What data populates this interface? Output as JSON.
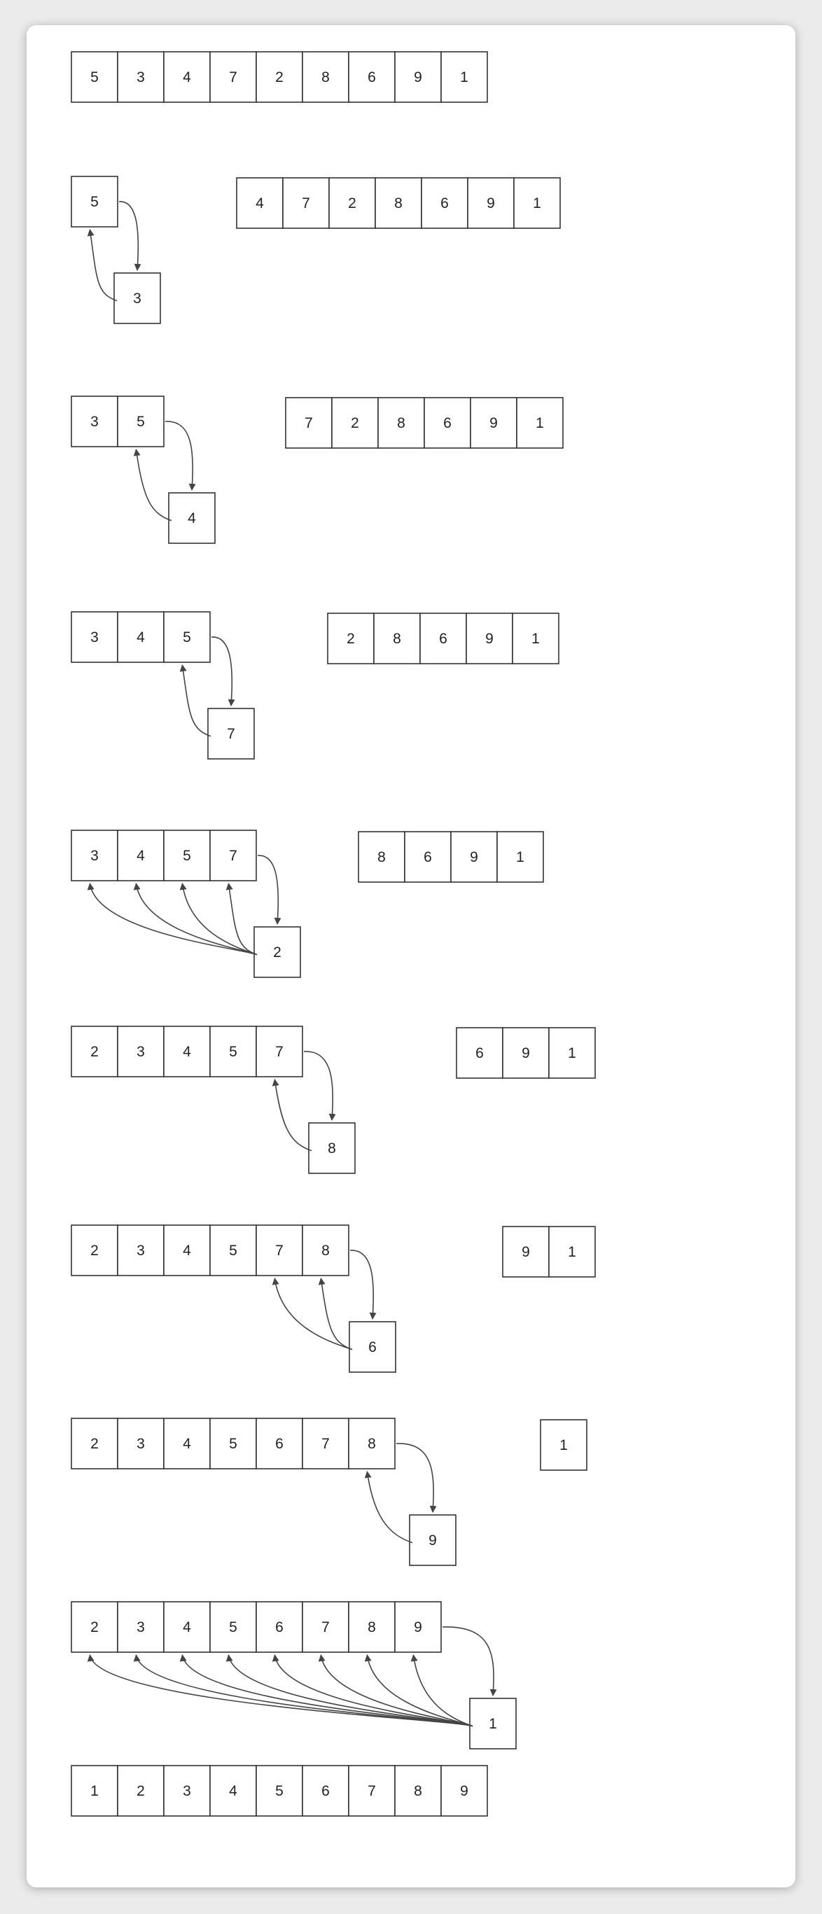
{
  "title": "",
  "colors": {
    "cell_border": "#333333",
    "arrow": "#444444",
    "background": "#ffffff"
  },
  "steps": [
    {
      "sorted": [
        "5",
        "3",
        "4",
        "7",
        "2",
        "8",
        "6",
        "9",
        "1"
      ],
      "key": null,
      "unsorted": []
    },
    {
      "sorted": [
        "5"
      ],
      "key": "3",
      "shift_count": 1,
      "unsorted": [
        "4",
        "7",
        "2",
        "8",
        "6",
        "9",
        "1"
      ]
    },
    {
      "sorted": [
        "3",
        "5"
      ],
      "key": "4",
      "shift_count": 1,
      "unsorted": [
        "7",
        "2",
        "8",
        "6",
        "9",
        "1"
      ]
    },
    {
      "sorted": [
        "3",
        "4",
        "5"
      ],
      "key": "7",
      "shift_count": 1,
      "unsorted": [
        "2",
        "8",
        "6",
        "9",
        "1"
      ]
    },
    {
      "sorted": [
        "3",
        "4",
        "5",
        "7"
      ],
      "key": "2",
      "shift_count": 4,
      "unsorted": [
        "8",
        "6",
        "9",
        "1"
      ]
    },
    {
      "sorted": [
        "2",
        "3",
        "4",
        "5",
        "7"
      ],
      "key": "8",
      "shift_count": 1,
      "unsorted": [
        "6",
        "9",
        "1"
      ]
    },
    {
      "sorted": [
        "2",
        "3",
        "4",
        "5",
        "7",
        "8"
      ],
      "key": "6",
      "shift_count": 2,
      "unsorted": [
        "9",
        "1"
      ]
    },
    {
      "sorted": [
        "2",
        "3",
        "4",
        "5",
        "6",
        "7",
        "8"
      ],
      "key": "9",
      "shift_count": 1,
      "unsorted": [
        "1"
      ]
    },
    {
      "sorted": [
        "2",
        "3",
        "4",
        "5",
        "6",
        "7",
        "8",
        "9"
      ],
      "key": "1",
      "shift_count": 8,
      "unsorted": []
    },
    {
      "sorted": [
        "1",
        "2",
        "3",
        "4",
        "5",
        "6",
        "7",
        "8",
        "9"
      ],
      "key": null,
      "unsorted": []
    }
  ]
}
